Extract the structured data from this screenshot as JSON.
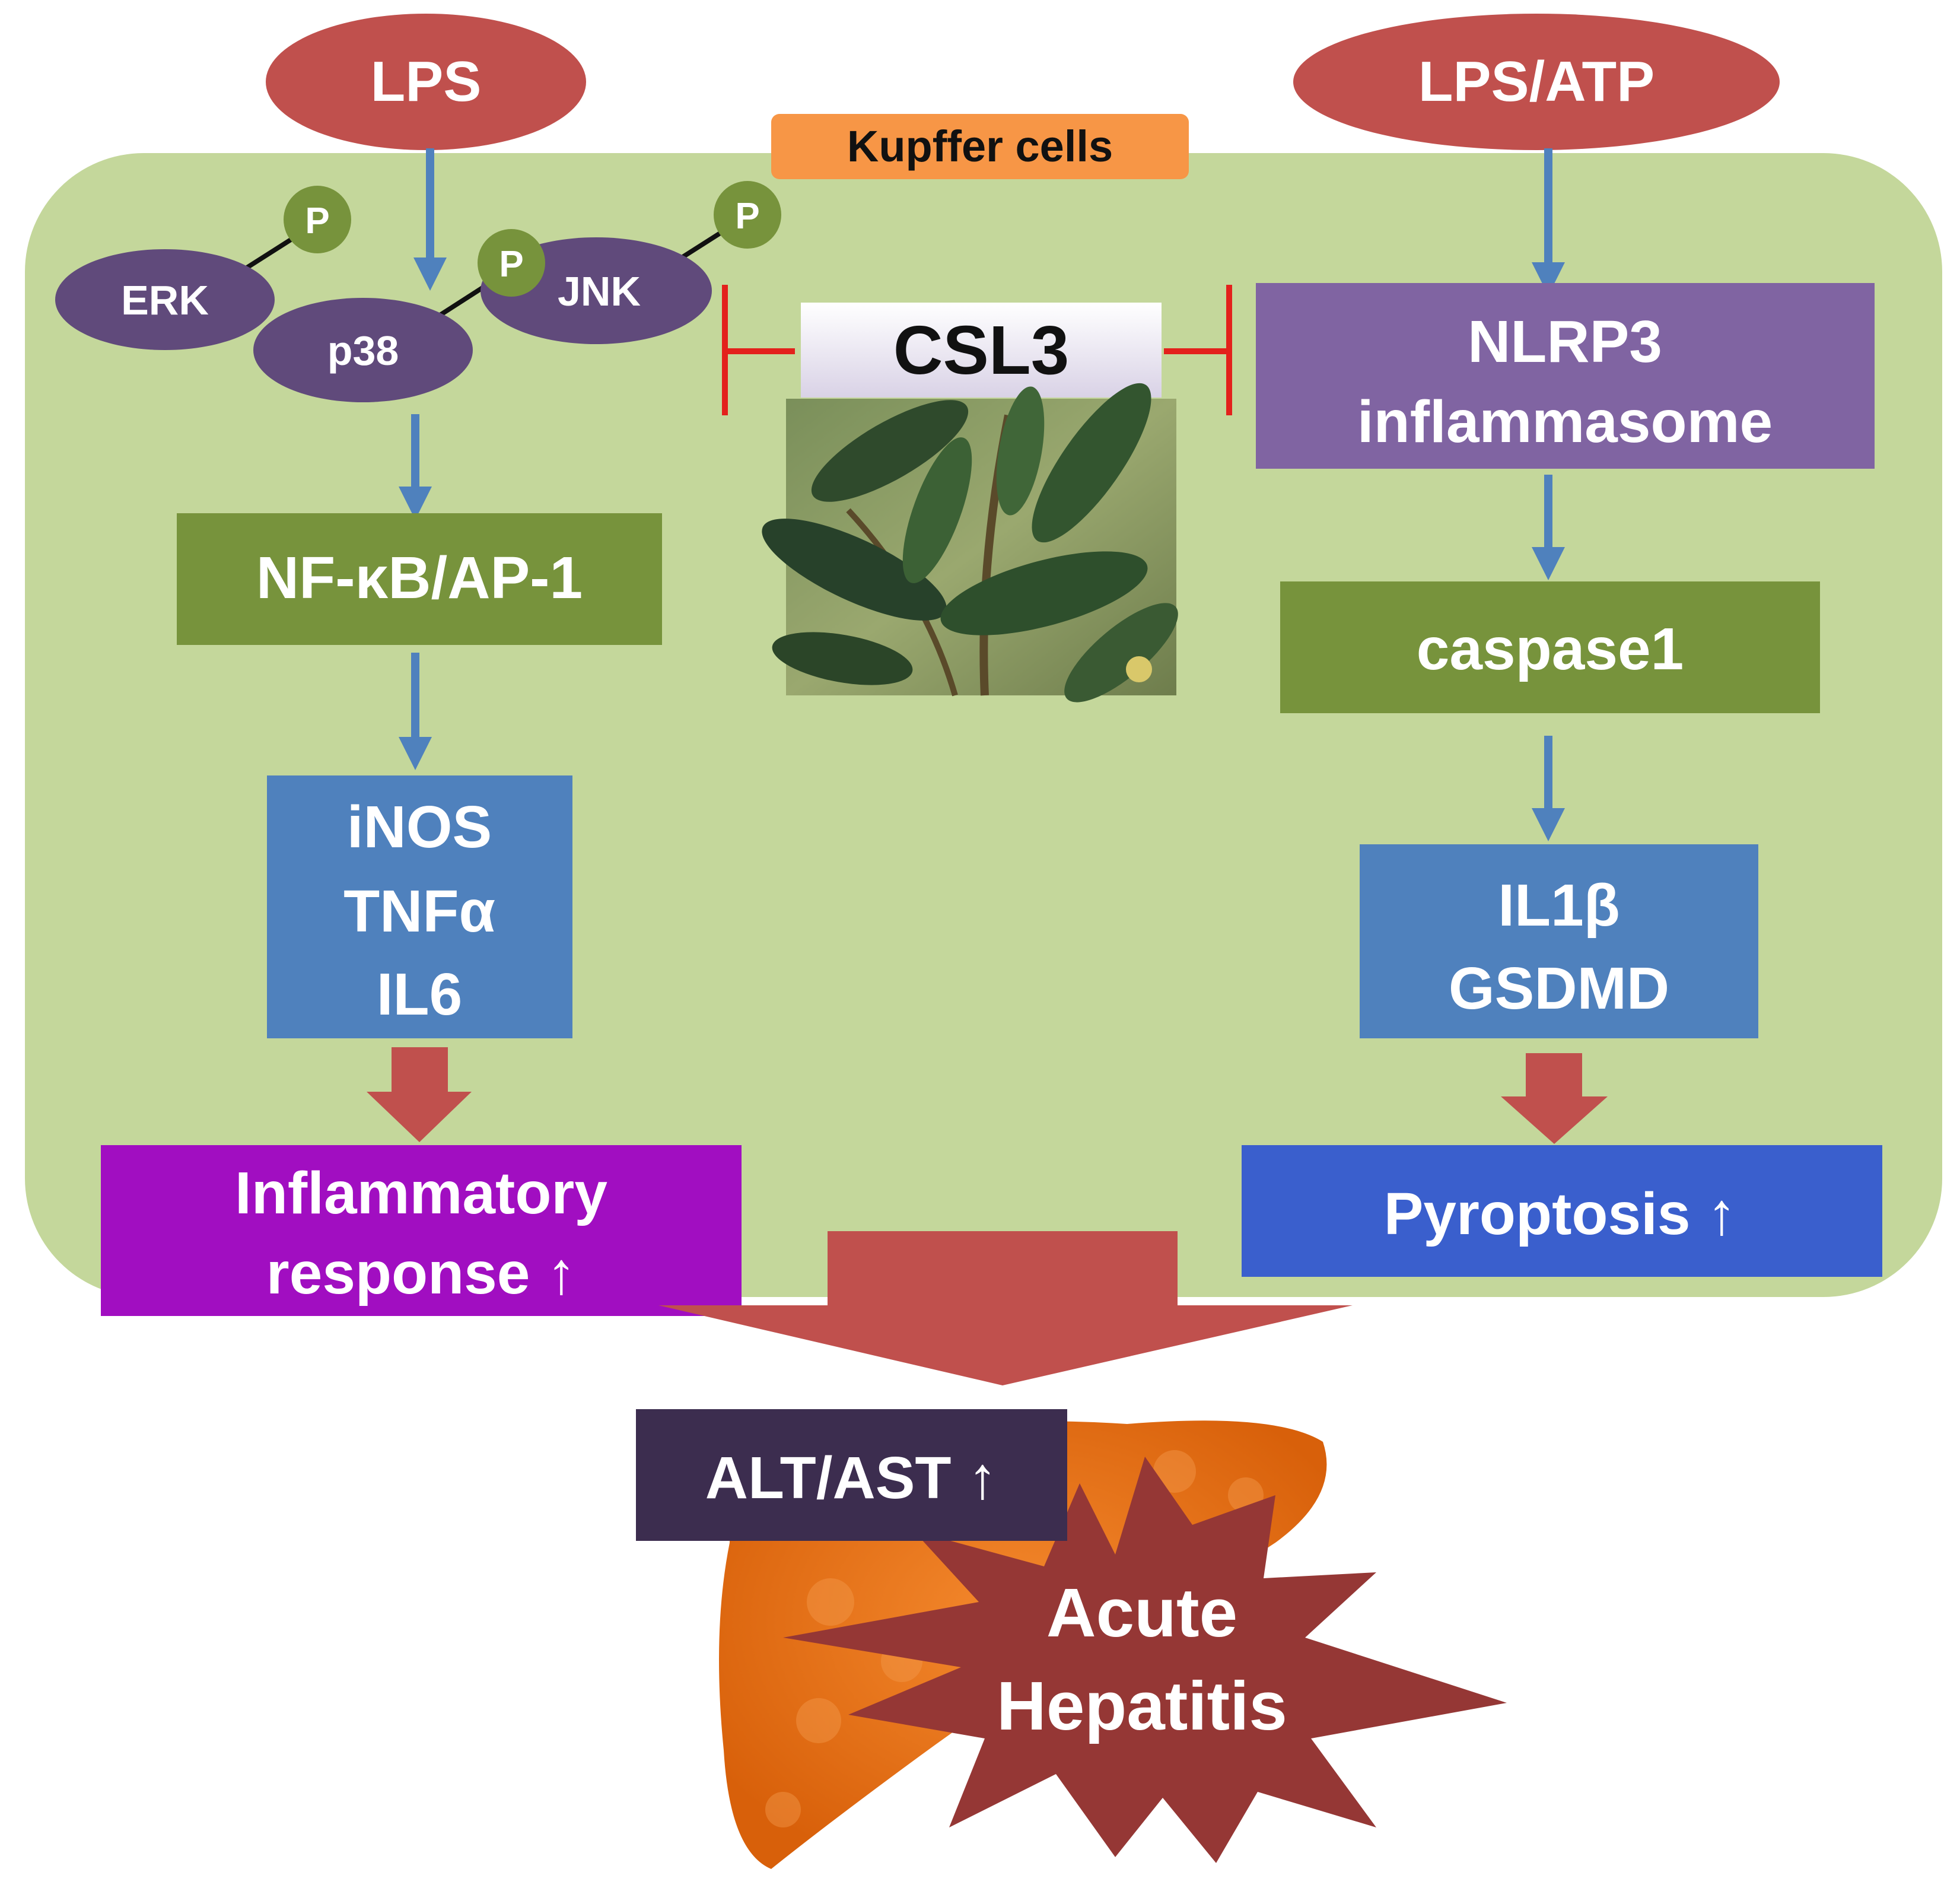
{
  "inputs": {
    "left": "LPS",
    "right": "LPS/ATP"
  },
  "cell_label": "Kupffer cells",
  "kinases": {
    "erk": "ERK",
    "p38": "p38",
    "jnk": "JNK",
    "phospho": "P"
  },
  "inhibitor": {
    "name": "CSL3",
    "image": "plant-leaves-photo"
  },
  "left_path": {
    "tf": "NF-κB/AP-1",
    "mediators": [
      "iNOS",
      "TNFα",
      "IL6"
    ],
    "outcome": [
      "Inflammatory",
      "response ↑"
    ]
  },
  "right_path": {
    "inflammasome": [
      "NLRP3",
      "inflammasome"
    ],
    "caspase": "caspase1",
    "mediators": [
      "IL1β",
      "GSDMD"
    ],
    "outcome": "Pyroptosis ↑"
  },
  "liver": {
    "marker": "ALT/AST ↑",
    "disease": [
      "Acute",
      "Hepatitis"
    ]
  },
  "colors": {
    "cell_background": "#c4d79b",
    "input_ellipse": "#c0504d",
    "kinase": "#604a7b",
    "phospho": "#77933c",
    "green_box": "#77933c",
    "blue_box": "#4f81bd",
    "purple_box": "#8064a2",
    "inflammatory": "#a10ec1",
    "pyroptosis": "#3a5fcd",
    "arrow_blue": "#4f81bd",
    "arrow_red": "#c0504d",
    "inhibit_red": "#e3211c",
    "kupffer_label": "#f79646",
    "alt_box": "#3c2d4f",
    "liver": "#e46c0a",
    "star": "#953735"
  }
}
